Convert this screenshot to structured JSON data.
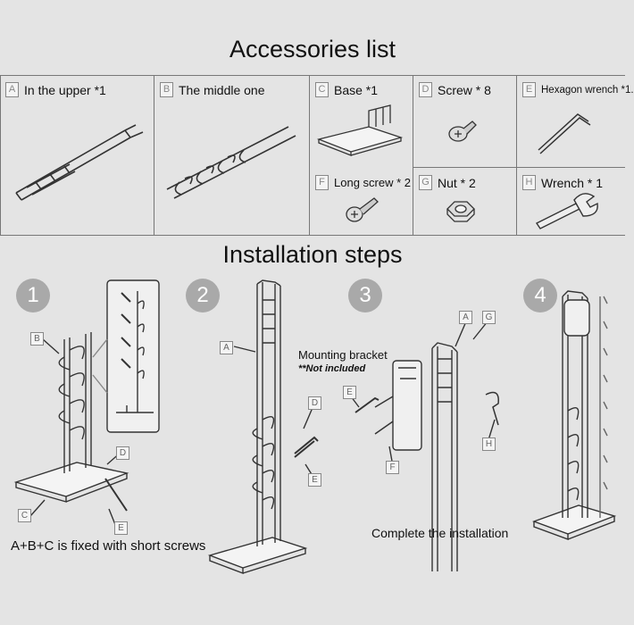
{
  "accessories": {
    "title": "Accessories list",
    "items": [
      {
        "letter": "A",
        "label": "In the upper *1"
      },
      {
        "letter": "B",
        "label": "The middle one"
      },
      {
        "letter": "C",
        "label": "Base *1"
      },
      {
        "letter": "D",
        "label": "Screw * 8"
      },
      {
        "letter": "E",
        "label": "Hexagon wrench *1."
      },
      {
        "letter": "F",
        "label": "Long screw * 2"
      },
      {
        "letter": "G",
        "label": "Nut * 2"
      },
      {
        "letter": "H",
        "label": "Wrench * 1"
      }
    ]
  },
  "installation": {
    "title": "Installation steps",
    "steps": [
      "1",
      "2",
      "3",
      "4"
    ],
    "step1_caption": "A+B+C is fixed with short screws",
    "step3_bracket": "Mounting bracket",
    "step3_note": "**Not included",
    "step4_caption": "Complete the installation",
    "tags": [
      "B",
      "C",
      "D",
      "E",
      "A",
      "D",
      "E",
      "A",
      "G",
      "E",
      "H",
      "F"
    ]
  }
}
